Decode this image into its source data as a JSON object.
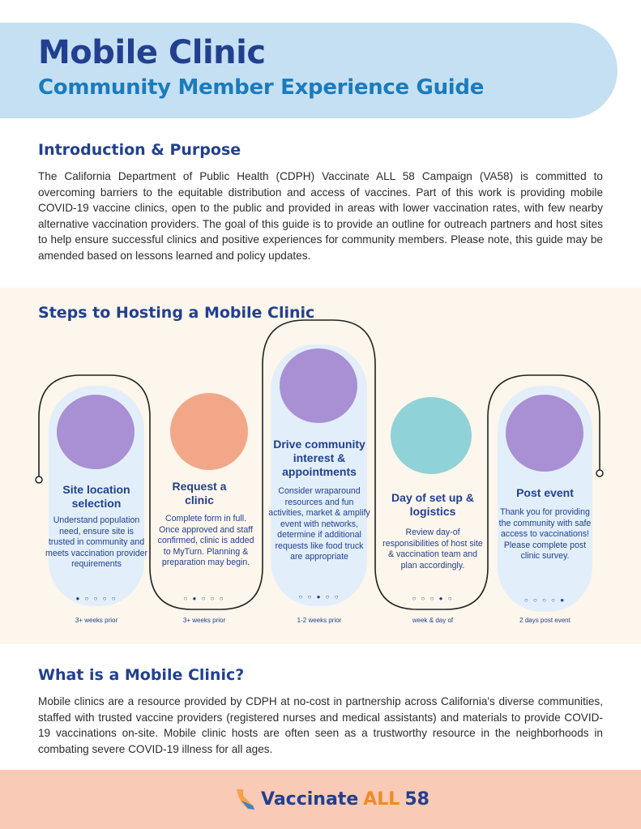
{
  "header": {
    "title": "Mobile Clinic",
    "subtitle": "Community Member Experience Guide"
  },
  "intro": {
    "heading": "Introduction & Purpose",
    "body": "The California Department of Public Health (CDPH) Vaccinate ALL 58 Campaign (VA58) is committed to overcoming barriers to the equitable distribution and access of vaccines. Part of this work is providing mobile COVID-19 vaccine clinics, open to the public and provided in areas with lower vaccination rates, with few nearby alternative vaccination providers. The goal of this guide is to provide an outline for outreach partners and host sites to help ensure successful clinics and positive experiences for community members. Please note, this guide may be amended based on lessons learned and policy updates."
  },
  "steps": {
    "heading": "Steps to Hosting a Mobile Clinic",
    "items": [
      {
        "title": "Site location selection",
        "desc": "Understand population need, ensure site is trusted in community and meets vaccination provider requirements",
        "dots": "● ○ ○ ○ ○",
        "timing": "3+ weeks prior"
      },
      {
        "title": "Request a clinic",
        "desc": "Complete form in full. Once approved and staff confirmed, clinic is added to MyTurn. Planning & preparation may begin.",
        "dots": "○ ● ○ ○ ○",
        "timing": "3+ weeks prior"
      },
      {
        "title": "Drive community interest & appointments",
        "desc": "Consider wraparound resources and fun activities, market & amplify event with networks, determine if additional requests like food truck are appropriate",
        "dots": "○ ○ ● ○ ○",
        "timing": "1-2 weeks prior"
      },
      {
        "title": "Day of set up & logistics",
        "desc": "Review day-of responsibilities of host site & vaccination team and plan accordingly.",
        "dots": "○ ○ ○ ● ○",
        "timing": "week & day of"
      },
      {
        "title": "Post event",
        "desc": "Thank you for providing the community with safe access to vaccinations! Please complete post clinic survey.",
        "dots": "○ ○ ○ ○ ●",
        "timing": "2 days post event"
      }
    ]
  },
  "what": {
    "heading": "What is a Mobile Clinic?",
    "body": "Mobile clinics are a resource provided by CDPH at no-cost in partnership across California's diverse communities, staffed with trusted vaccine providers (registered nurses and medical assistants) and materials to provide COVID-19 vaccinations on-site. Mobile clinic hosts are often seen as a trustworthy resource in the neighborhoods in combating severe COVID-19 illness for all ages."
  },
  "footer": {
    "logo_a": "Vaccinate",
    "logo_b": "ALL",
    "logo_c": "58"
  },
  "colors": {
    "navy": "#22408f",
    "blue": "#1b7bbd",
    "orange": "#f08a24"
  }
}
